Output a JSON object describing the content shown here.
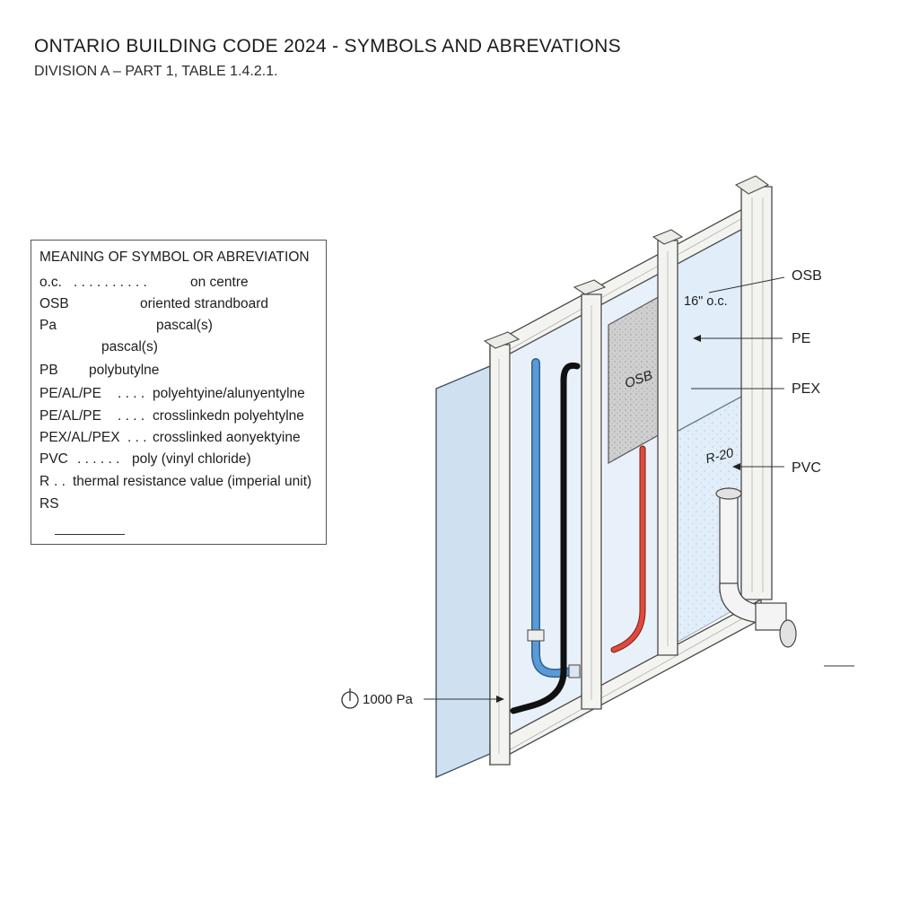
{
  "header": {
    "title": "ONTARIO BUILDING CODE 2024 - SYMBOLS AND ABREVATIONS",
    "subtitle": "DIVISION A – PART 1, TABLE 1.4.2.1."
  },
  "legend": {
    "heading": "MEANING OF SYMBOL OR ABREVIATION",
    "rows": [
      {
        "symbol": "o.c.",
        "dots": ". . . .  . . . . . .",
        "meaning": "on centre"
      },
      {
        "symbol": "OSB",
        "dots": "",
        "meaning": "oriented strandboard"
      },
      {
        "symbol": "Pa",
        "dots": "",
        "meaning": "pascal(s)"
      },
      {
        "symbol": "",
        "dots": "",
        "meaning": "pascal(s)"
      },
      {
        "symbol": "PB",
        "dots": "",
        "meaning": "polybutylne"
      },
      {
        "symbol": "PE/AL/PE",
        "dots": ". . . .",
        "meaning": "polyehtyine/alunyentylne"
      },
      {
        "symbol": "PE/AL/PE",
        "dots": ". . . .",
        "meaning": "crosslinkedn polyehtylne"
      },
      {
        "symbol": "PEX/AL/PEX",
        "dots": ". . .",
        "meaning": "crosslinked aonyektyine"
      },
      {
        "symbol": "PVC",
        "dots": ". . . . . .",
        "meaning": "poly (vinyl chloride)"
      },
      {
        "symbol": "R",
        "dots": ". .",
        "meaning": "thermal resistance value (imperial unit)"
      },
      {
        "symbol": "RS",
        "dots": "",
        "meaning": ""
      }
    ]
  },
  "diagram": {
    "panel_label": "OSB",
    "spacing_label": "16\" o.c.",
    "insulation_label": "R-20",
    "pressure_label": "1000 Pa",
    "callouts": {
      "osb": "OSB",
      "pe": "PE",
      "pex": "PEX",
      "pvc": "PVC"
    },
    "colors": {
      "sheathing": "#cfe1f1",
      "cavity": "#e8f1fa",
      "wood": "#f3f3ef",
      "wood_edge": "#4a4a4a",
      "osb": "#cfcfcf",
      "blue_pipe": "#5b9ad6",
      "black_pipe": "#111111",
      "red_pipe": "#e04a3e",
      "pvc": "#f4f4f4"
    }
  }
}
